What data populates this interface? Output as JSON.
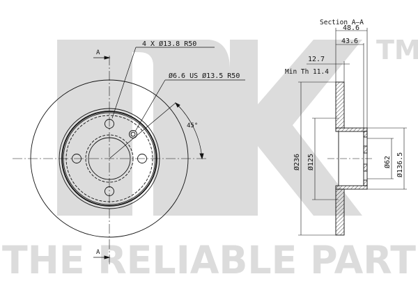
{
  "watermark": {
    "logo": "NK",
    "trademark": "TM",
    "tagline": "THE RELIABLE PART",
    "color": "#dcdcdc"
  },
  "front_view": {
    "section_marker": "A",
    "bolt_hole_callout": "4 X Ø13.8  R50",
    "pin_hole_callout": "Ø6.6 US Ø13.5 R50",
    "angle_label": "45°"
  },
  "section_view": {
    "title": "Section A–A",
    "dimensions": {
      "overall_height": "48.6",
      "hub_height": "43.6",
      "disc_thickness": "12.7",
      "min_thickness": "Min Th 11.4",
      "outer_diameter": "Ø236",
      "inner_diameter": "Ø125",
      "center_bore": "Ø62",
      "hub_diameter": "Ø136.5"
    }
  },
  "colors": {
    "line": "#111111",
    "watermark": "#dcdcdc",
    "background": "#ffffff"
  }
}
